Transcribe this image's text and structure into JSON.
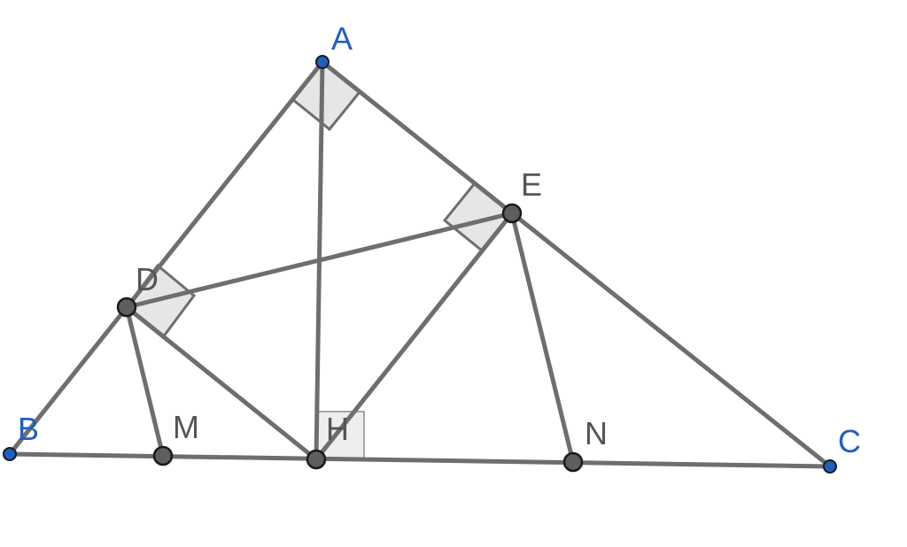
{
  "figure": {
    "points": [
      {
        "id": "A",
        "label": "A",
        "kind": "vertex"
      },
      {
        "id": "B",
        "label": "B",
        "kind": "vertex"
      },
      {
        "id": "C",
        "label": "C",
        "kind": "vertex"
      },
      {
        "id": "D",
        "label": "D",
        "kind": "constructed"
      },
      {
        "id": "E",
        "label": "E",
        "kind": "constructed"
      },
      {
        "id": "H",
        "label": "H",
        "kind": "constructed"
      },
      {
        "id": "M",
        "label": "M",
        "kind": "constructed"
      },
      {
        "id": "N",
        "label": "N",
        "kind": "constructed"
      }
    ],
    "segments": [
      [
        "A",
        "B"
      ],
      [
        "A",
        "C"
      ],
      [
        "B",
        "C"
      ],
      [
        "A",
        "H"
      ],
      [
        "H",
        "D"
      ],
      [
        "H",
        "E"
      ],
      [
        "D",
        "E"
      ],
      [
        "D",
        "M"
      ],
      [
        "E",
        "N"
      ]
    ],
    "right_angles": [
      "A",
      "D",
      "E",
      "H"
    ],
    "colors": {
      "vertex": "#1f5fbf",
      "constructed": "#5e5e5e",
      "line": "#6e6e6e"
    }
  }
}
